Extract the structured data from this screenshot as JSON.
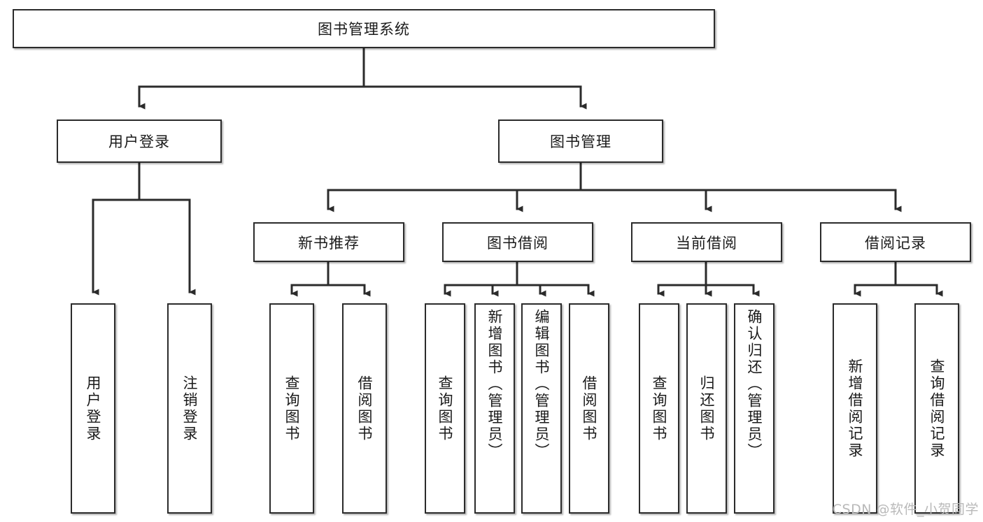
{
  "diagram": {
    "title": "图书管理系统",
    "type": "tree",
    "watermark": "CSDN @软件_小贺同学",
    "colors": {
      "box_border": "#2b2b2b",
      "box_fill": "#ffffff",
      "edge": "#2b2b2b",
      "text": "#1a1a1a",
      "watermark": "#b9b9b9",
      "canvas": "#ffffff"
    },
    "root": {
      "label": "图书管理系统",
      "orientation": "horizontal"
    },
    "level2": [
      {
        "label": "用户登录",
        "orientation": "horizontal"
      },
      {
        "label": "图书管理",
        "orientation": "horizontal"
      }
    ],
    "level3": [
      {
        "label": "新书推荐",
        "orientation": "horizontal"
      },
      {
        "label": "图书借阅",
        "orientation": "horizontal"
      },
      {
        "label": "当前借阅",
        "orientation": "horizontal"
      },
      {
        "label": "借阅记录",
        "orientation": "horizontal"
      }
    ],
    "leaves": {
      "user_login": [
        {
          "label": "用户登录",
          "orientation": "vertical"
        },
        {
          "label": "注销登录",
          "orientation": "vertical"
        }
      ],
      "new_book_recommend": [
        {
          "label": "查询图书",
          "orientation": "vertical"
        },
        {
          "label": "借阅图书",
          "orientation": "vertical"
        }
      ],
      "book_borrow": [
        {
          "label": "查询图书",
          "orientation": "vertical"
        },
        {
          "label": "新增图书（管理员）",
          "orientation": "vertical"
        },
        {
          "label": "编辑图书（管理员）",
          "orientation": "vertical"
        },
        {
          "label": "借阅图书",
          "orientation": "vertical"
        }
      ],
      "current_borrow": [
        {
          "label": "查询图书",
          "orientation": "vertical"
        },
        {
          "label": "归还图书",
          "orientation": "vertical"
        },
        {
          "label": "确认归还（管理员）",
          "orientation": "vertical"
        }
      ],
      "borrow_record": [
        {
          "label": "新增借阅记录",
          "orientation": "vertical"
        },
        {
          "label": "查询借阅记录",
          "orientation": "vertical"
        }
      ]
    }
  }
}
